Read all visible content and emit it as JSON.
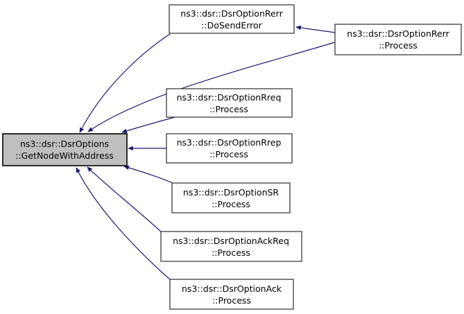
{
  "diagram": {
    "kind": "caller-graph",
    "colors": {
      "edge": "#191970",
      "node_fill": "#ffffff",
      "node_border": "#000000",
      "highlighted_node_fill": "#bfbfbf",
      "background": "#ffffff",
      "text": "#000000"
    },
    "nodes": [
      {
        "id": "get-node-with-address",
        "line1": "ns3::dsr::DsrOptions",
        "line2": "::GetNodeWithAddress",
        "highlighted": true
      },
      {
        "id": "rerr-do-send-error",
        "line1": "ns3::dsr::DsrOptionRerr",
        "line2": "::DoSendError",
        "highlighted": false
      },
      {
        "id": "rerr-process",
        "line1": "ns3::dsr::DsrOptionRerr",
        "line2": "::Process",
        "highlighted": false
      },
      {
        "id": "rreq-process",
        "line1": "ns3::dsr::DsrOptionRreq",
        "line2": "::Process",
        "highlighted": false
      },
      {
        "id": "rrep-process",
        "line1": "ns3::dsr::DsrOptionRrep",
        "line2": "::Process",
        "highlighted": false
      },
      {
        "id": "sr-process",
        "line1": "ns3::dsr::DsrOptionSR",
        "line2": "::Process",
        "highlighted": false
      },
      {
        "id": "ackreq-process",
        "line1": "ns3::dsr::DsrOptionAckReq",
        "line2": "::Process",
        "highlighted": false
      },
      {
        "id": "ack-process",
        "line1": "ns3::dsr::DsrOptionAck",
        "line2": "::Process",
        "highlighted": false
      }
    ],
    "edges": [
      {
        "from": "rerr-do-send-error",
        "to": "get-node-with-address"
      },
      {
        "from": "rerr-process",
        "to": "rerr-do-send-error"
      },
      {
        "from": "rerr-process",
        "to": "get-node-with-address"
      },
      {
        "from": "rreq-process",
        "to": "get-node-with-address"
      },
      {
        "from": "rrep-process",
        "to": "get-node-with-address"
      },
      {
        "from": "sr-process",
        "to": "get-node-with-address"
      },
      {
        "from": "ackreq-process",
        "to": "get-node-with-address"
      },
      {
        "from": "ack-process",
        "to": "get-node-with-address"
      }
    ]
  }
}
